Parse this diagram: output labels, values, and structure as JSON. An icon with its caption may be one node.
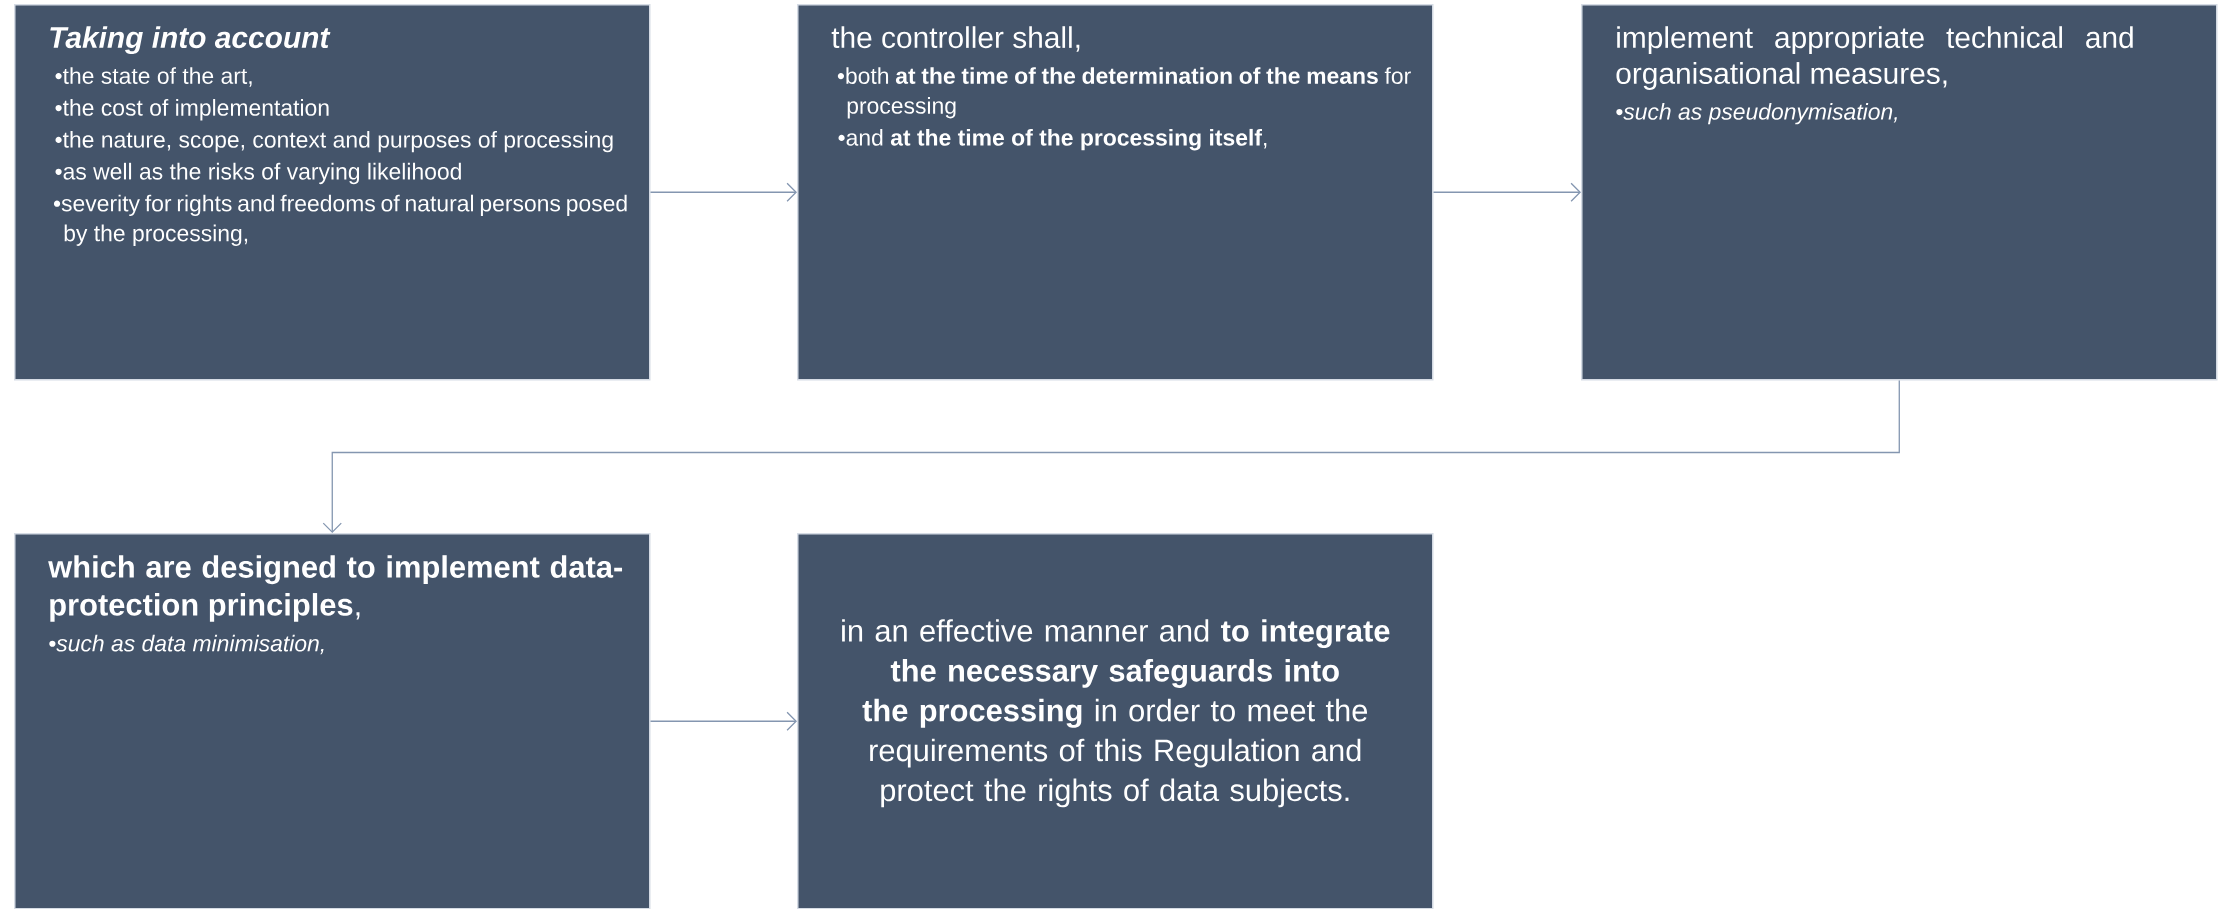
{
  "diagram": {
    "nodes": [
      {
        "text": [
          "Taking into account",
          "•the state of the art,",
          "•the cost of implementation",
          "•the nature, scope, context and purposes of processing",
          "•as well as the risks of varying likelihood",
          "•severity for rights and freedoms of natural persons posed by the processing,"
        ]
      },
      {
        "text": [
          "the controller shall,",
          "•both **at the time of the determination of the means** for processing",
          "•and **at the time of the processing itself**,"
        ]
      },
      {
        "text": [
          "implement appropriate technical and organisational measures,",
          "•such as pseudonymisation,"
        ]
      },
      {
        "text": [
          "**which are designed to implement data-protection principles**,",
          "•such as data minimisation,"
        ]
      },
      {
        "text": [
          "in an effective manner and **to integrate the necessary safeguards into the processing** in order to meet the requirements of this Regulation and protect the rights of data subjects."
        ]
      }
    ],
    "edges": [
      {
        "from": 0,
        "to": 1,
        "arrow": "to"
      },
      {
        "from": 1,
        "to": 2,
        "arrow": "to"
      },
      {
        "from": 2,
        "to": 3,
        "arrow": "to"
      },
      {
        "from": 3,
        "to": 4,
        "arrow": "to"
      }
    ]
  }
}
